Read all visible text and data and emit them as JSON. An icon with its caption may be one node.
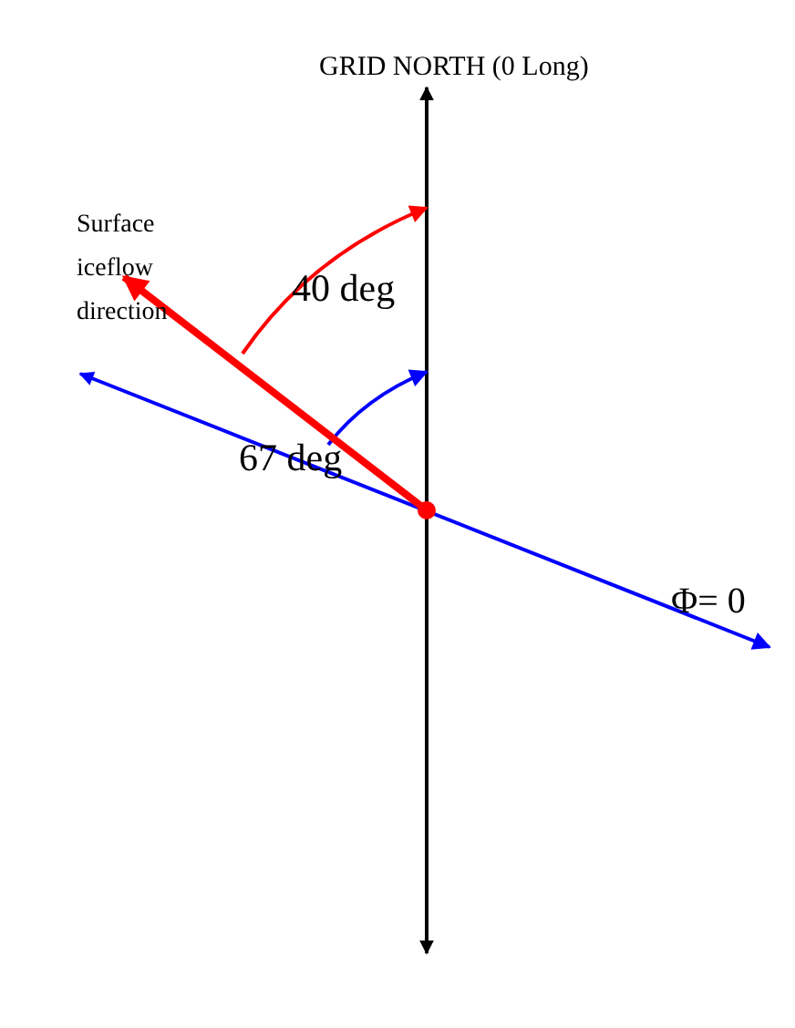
{
  "diagram": {
    "labels": [
      "GRID NORTH (0 Long)",
      "Surface iceflow direction",
      "40 deg",
      "67 deg",
      "Φ= 0"
    ]
  }
}
